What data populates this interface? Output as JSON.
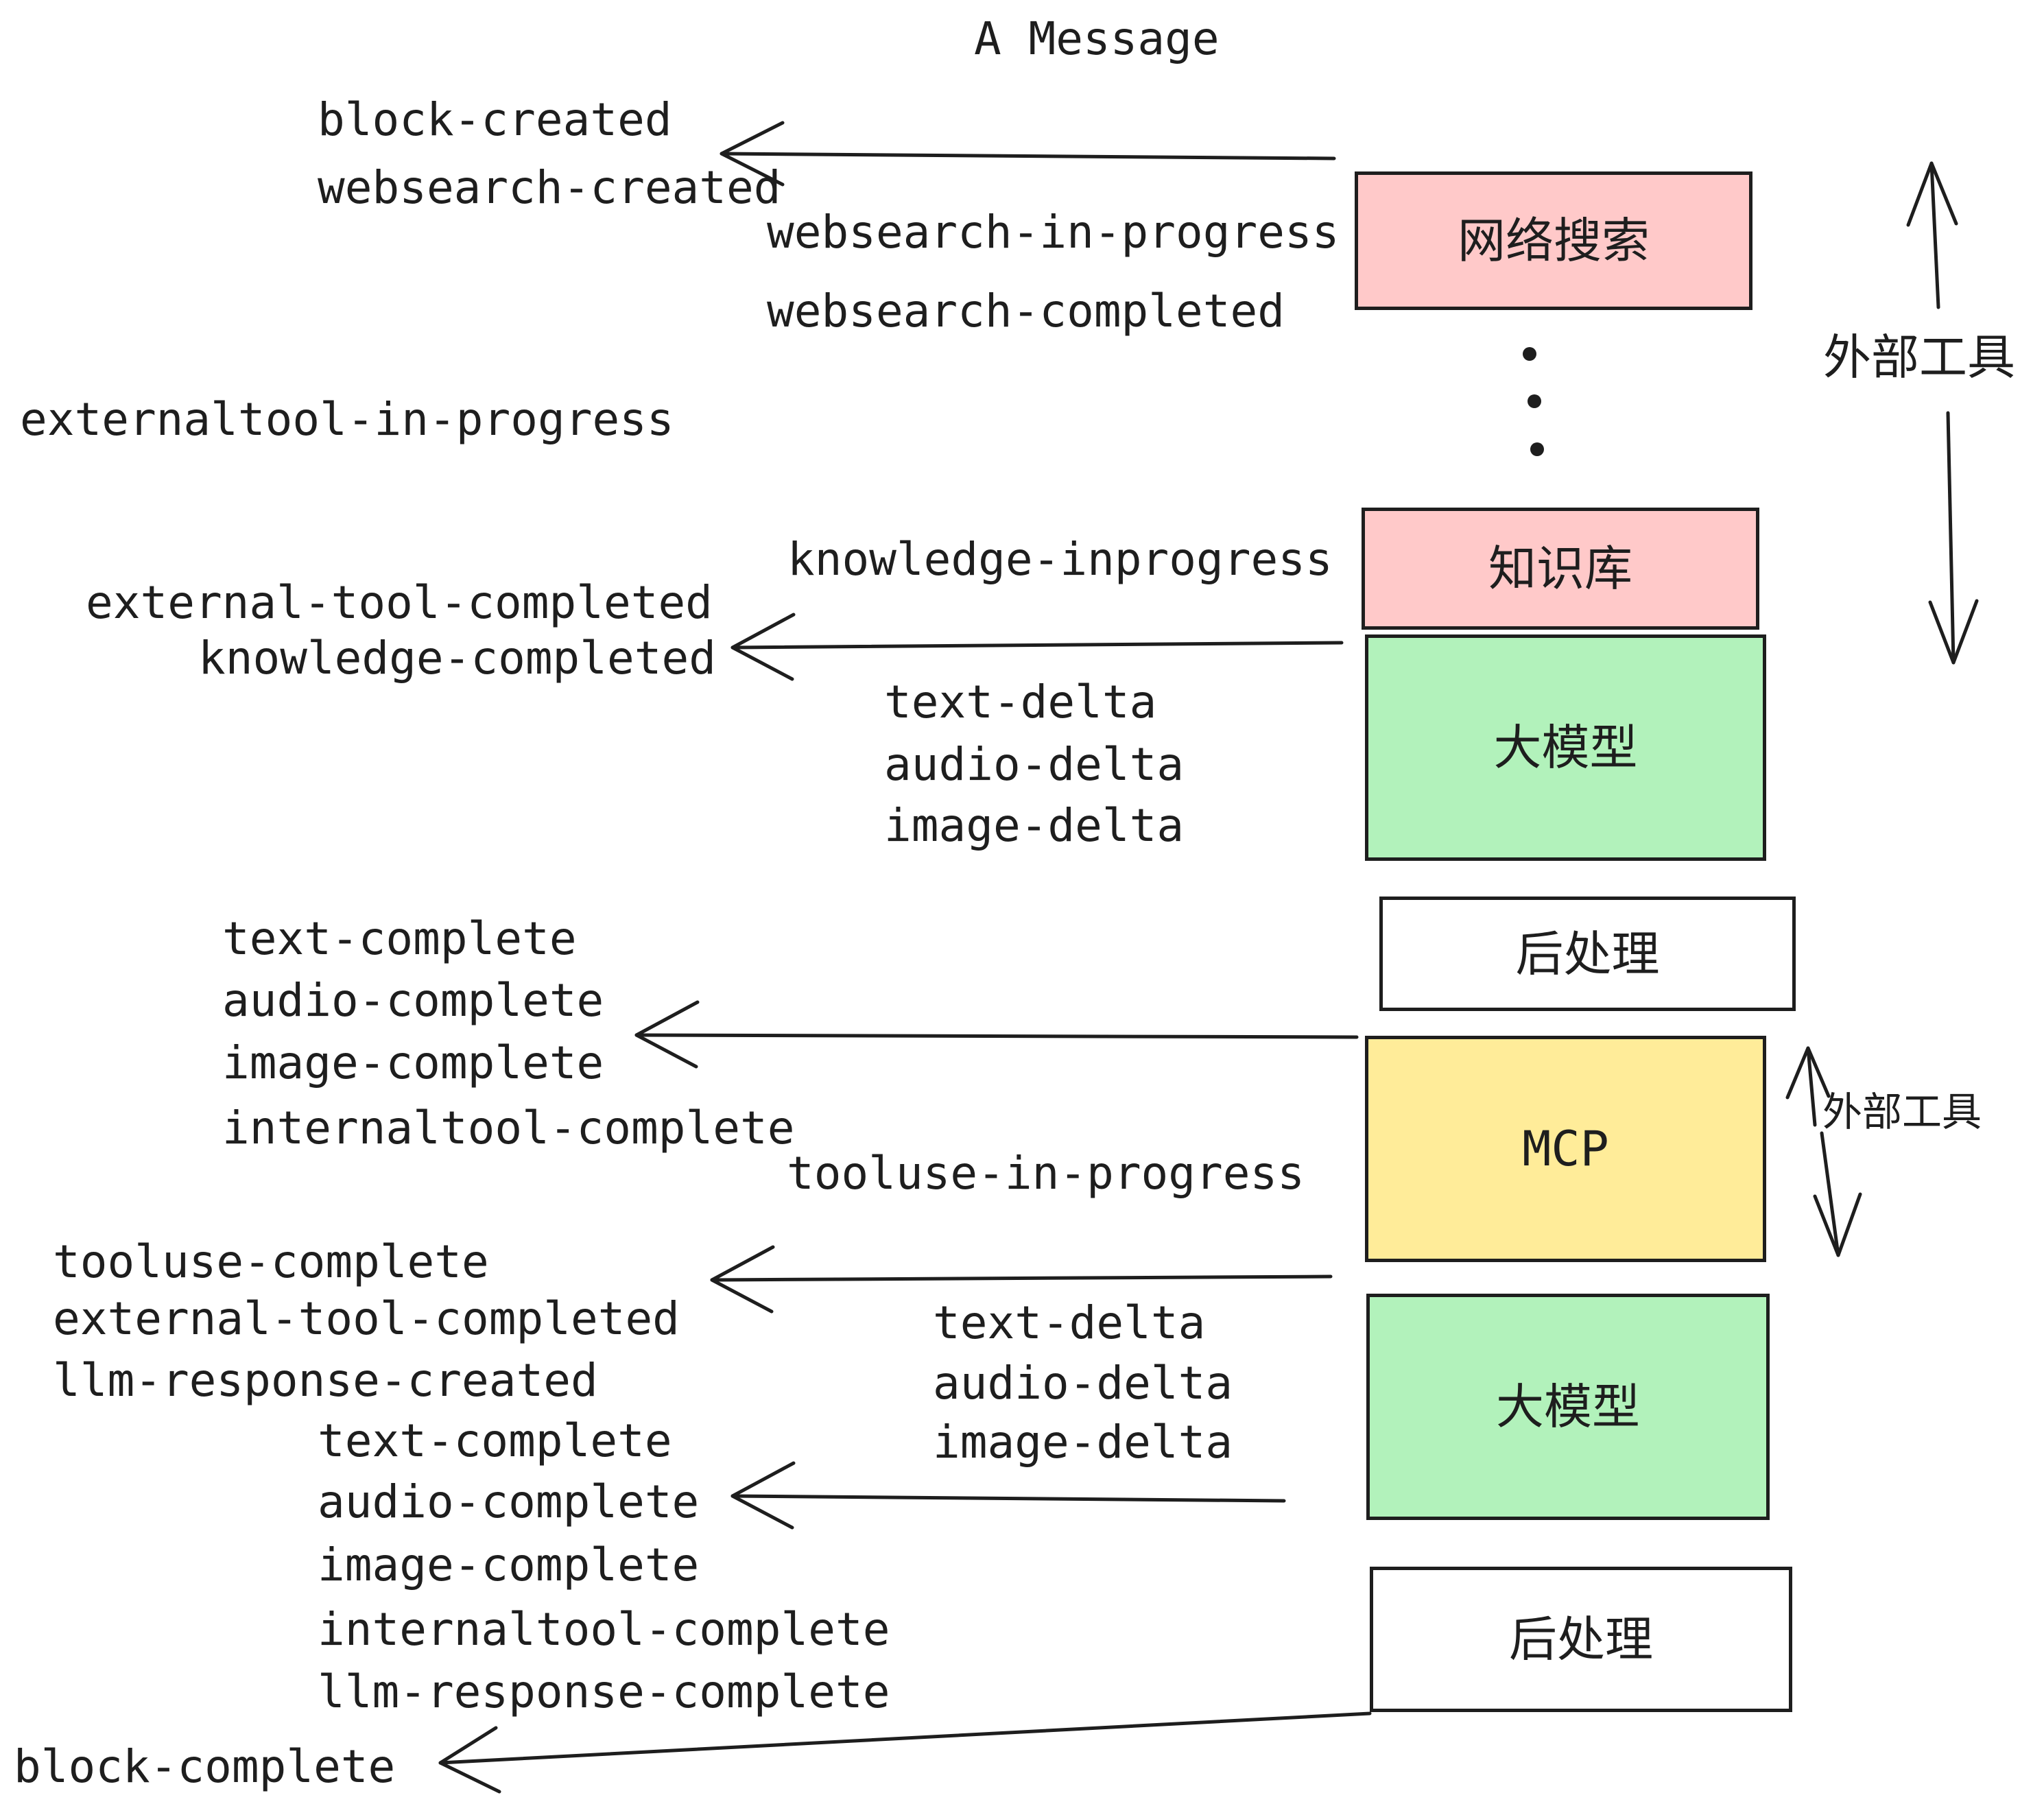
{
  "title": "A Message",
  "colors": {
    "ink": "#1e1e1e",
    "external_tool_box": "#ffc9c9",
    "llm_box": "#b2f2bb",
    "mcp_box": "#ffec99",
    "post_process_box": "#ffffff",
    "background": "#ffffff"
  },
  "nodes": [
    {
      "id": "websearch",
      "label": "网络搜索",
      "fill": "#ffc9c9"
    },
    {
      "id": "knowledge",
      "label": "知识库",
      "fill": "#ffc9c9"
    },
    {
      "id": "llm-1",
      "label": "大模型",
      "fill": "#b2f2bb"
    },
    {
      "id": "post-1",
      "label": "后处理",
      "fill": "#ffffff"
    },
    {
      "id": "mcp",
      "label": "MCP",
      "fill": "#ffec99"
    },
    {
      "id": "llm-2",
      "label": "大模型",
      "fill": "#b2f2bb"
    },
    {
      "id": "post-2",
      "label": "后处理",
      "fill": "#ffffff"
    }
  ],
  "side_labels": {
    "external_tools_top": "外部工具",
    "external_tools_mcp": "外部工具"
  },
  "events": {
    "block_created": "block-created",
    "websearch_created": "websearch-created",
    "websearch_in_progress": "websearch-in-progress",
    "websearch_completed": "websearch-completed",
    "externaltool_in_progress": "externaltool-in-progress",
    "knowledge_inprogress": "knowledge-inprogress",
    "external_tool_completed": "external-tool-completed",
    "knowledge_completed": "knowledge-completed",
    "text_delta": "text-delta",
    "audio_delta": "audio-delta",
    "image_delta": "image-delta",
    "text_complete": "text-complete",
    "audio_complete": "audio-complete",
    "image_complete": "image-complete",
    "internaltool_complete": "internaltool-complete",
    "tooluse_in_progress": "tooluse-in-progress",
    "tooluse_complete": "tooluse-complete",
    "llm_response_created": "llm-response-created",
    "llm_response_complete": "llm-response-complete",
    "block_complete": "block-complete"
  }
}
